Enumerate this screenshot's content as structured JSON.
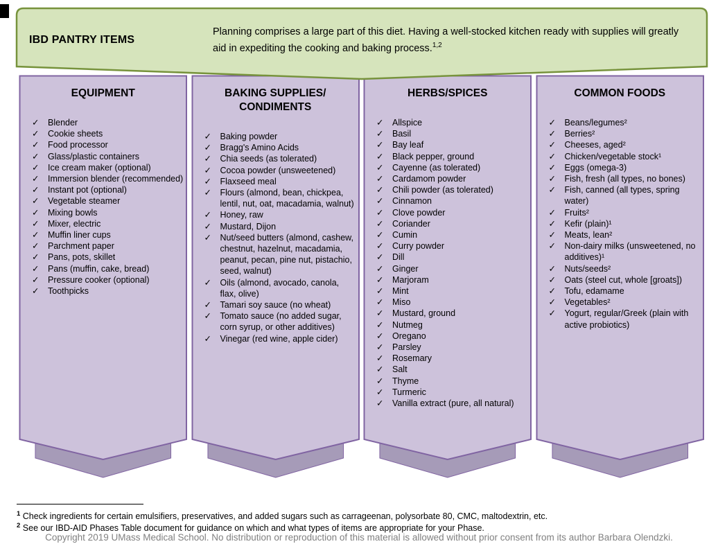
{
  "page": {
    "banner_title": "IBD PANTRY ITEMS",
    "banner_text": "Planning comprises a large part of this diet.  Having a well-stocked kitchen ready with supplies will greatly aid in expediting the cooking and baking process.",
    "banner_text_superscript": "1,2"
  },
  "icons": {
    "check": "✓"
  },
  "columns": [
    {
      "title": "EQUIPMENT",
      "items": [
        "Blender",
        "Cookie sheets",
        "Food processor",
        "Glass/plastic containers",
        "Ice cream maker (optional)",
        "Immersion blender (recommended)",
        "Instant pot (optional)",
        "Vegetable steamer",
        "Mixing bowls",
        "Mixer, electric",
        "Muffin liner cups",
        "Parchment paper",
        "Pans, pots, skillet",
        "Pans (muffin, cake, bread)",
        "Pressure cooker (optional)",
        "Toothpicks"
      ]
    },
    {
      "title": "BAKING SUPPLIES/\nCONDIMENTS",
      "items": [
        "Baking powder",
        "Bragg's Amino Acids",
        "Chia seeds (as tolerated)",
        "Cocoa powder (unsweetened)",
        "Flaxseed meal",
        "Flours (almond, bean, chickpea, lentil, nut, oat, macadamia, walnut)",
        "Honey, raw",
        "Mustard, Dijon",
        "Nut/seed butters (almond, cashew, chestnut, hazelnut, macadamia, peanut, pecan, pine nut, pistachio, seed, walnut)",
        "Oils (almond, avocado, canola, flax, olive)",
        "Tamari soy sauce (no wheat)",
        "Tomato sauce (no added sugar, corn syrup, or other additives)",
        "Vinegar (red wine, apple cider)"
      ]
    },
    {
      "title": "HERBS/SPICES",
      "items": [
        "Allspice",
        "Basil",
        "Bay leaf",
        "Black pepper, ground",
        "Cayenne (as tolerated)",
        "Cardamom powder",
        "Chili powder (as tolerated)",
        "Cinnamon",
        "Clove powder",
        "Coriander",
        "Cumin",
        "Curry powder",
        "Dill",
        "Ginger",
        "Marjoram",
        "Mint",
        "Miso",
        "Mustard, ground",
        "Nutmeg",
        "Oregano",
        "Parsley",
        "Rosemary",
        "Salt",
        "Thyme",
        "Turmeric",
        "Vanilla extract (pure, all natural)"
      ]
    },
    {
      "title": "COMMON FOODS",
      "items": [
        "Beans/legumes²",
        "Berries²",
        "Cheeses, aged²",
        "Chicken/vegetable stock¹",
        "Eggs (omega-3)",
        "Fish, fresh (all types, no bones)",
        "Fish, canned (all types, spring water)",
        "Fruits²",
        "Kefir (plain)¹",
        "Meats, lean²",
        "Non-dairy milks (unsweetened, no additives)¹",
        "Nuts/seeds²",
        "Oats (steel cut, whole [groats])",
        "Tofu, edamame",
        "Vegetables²",
        "Yogurt, regular/Greek (plain with active probiotics)"
      ]
    }
  ],
  "footnotes": [
    {
      "marker": "1",
      "text": "Check ingredients for certain emulsifiers, preservatives, and added sugars such as carrageenan, polysorbate 80, CMC, maltodextrin, etc."
    },
    {
      "marker": "2",
      "text": "See our IBD-AID Phases Table document for guidance on which and what types of items are appropriate for your Phase."
    }
  ],
  "copyright": "Copyright 2019 UMass Medical School.  No distribution or reproduction of this material is allowed without prior consent from its author Barbara Olendzki.",
  "colors": {
    "banner_fill": "#d6e4bc",
    "banner_border": "#77933c",
    "column_fill": "#cdc2db",
    "column_border": "#8064a2",
    "column_shadow": "#a69bb8",
    "copyright_text": "#808080"
  }
}
